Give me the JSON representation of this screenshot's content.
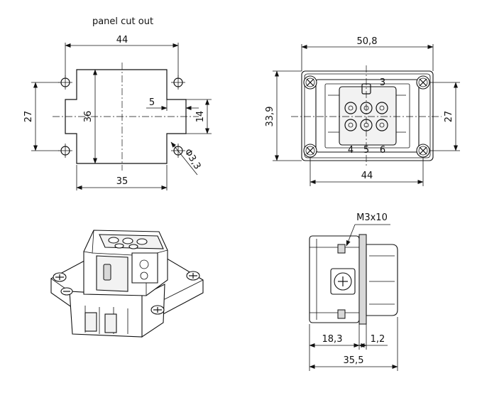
{
  "title": "panel cut out",
  "cutout": {
    "width_top": "44",
    "width_bottom": "35",
    "height_left": "27",
    "height_inner": "36",
    "step_small": "5",
    "step_height": "14",
    "hole_dia": "Φ3,3"
  },
  "front_view": {
    "overall_width": "50,8",
    "overall_height": "33,9",
    "hole_pitch_v": "27",
    "hole_pitch_h": "44",
    "contact_top_label": "3",
    "contact_bottom_labels": [
      "4",
      "5",
      "6"
    ]
  },
  "side_view": {
    "screw_label": "M3x10",
    "depth_a": "18,3",
    "depth_b": "1,2",
    "depth_total": "35,5"
  }
}
